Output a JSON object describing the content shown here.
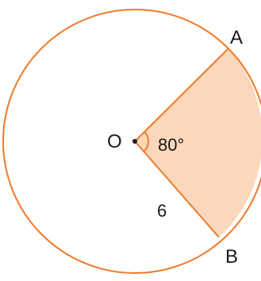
{
  "diagram": {
    "center_label": "O",
    "point_a_label": "A",
    "point_b_label": "B",
    "angle_label": "80°",
    "radius_label": "6"
  },
  "geometry": {
    "central_angle_degrees": 80,
    "radius": 6
  },
  "colors": {
    "stroke": "#f07a2a",
    "sector_fill": "#fbd8bb",
    "text": "#1a1a1a"
  }
}
